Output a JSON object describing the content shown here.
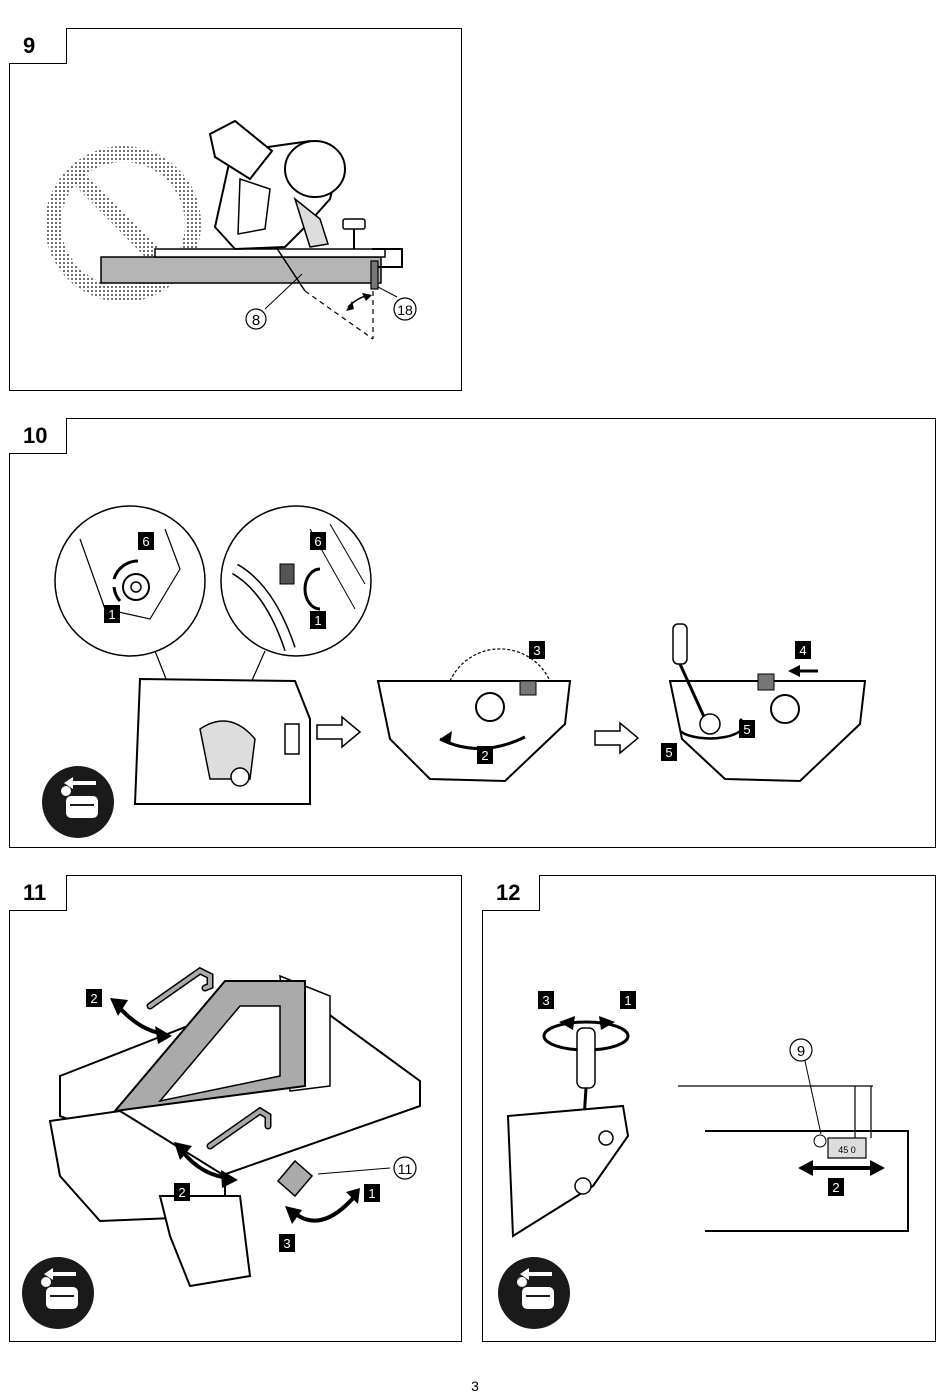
{
  "figures": [
    {
      "id": "9",
      "callouts": [
        "8",
        "18"
      ]
    },
    {
      "id": "10",
      "steps": [
        "1",
        "2",
        "3",
        "4",
        "5",
        "6"
      ]
    },
    {
      "id": "11",
      "steps": [
        "1",
        "2",
        "3"
      ],
      "callouts": [
        "11"
      ]
    },
    {
      "id": "12",
      "steps": [
        "1",
        "2",
        "3"
      ],
      "callouts": [
        "9"
      ],
      "scale_text": "45 0"
    }
  ],
  "page_number": "3",
  "icons": [
    "prohibited-icon",
    "unplug-icon"
  ],
  "colors": {
    "line": "#000000",
    "fill": "#ffffff",
    "shade": "#b3b3b3"
  }
}
